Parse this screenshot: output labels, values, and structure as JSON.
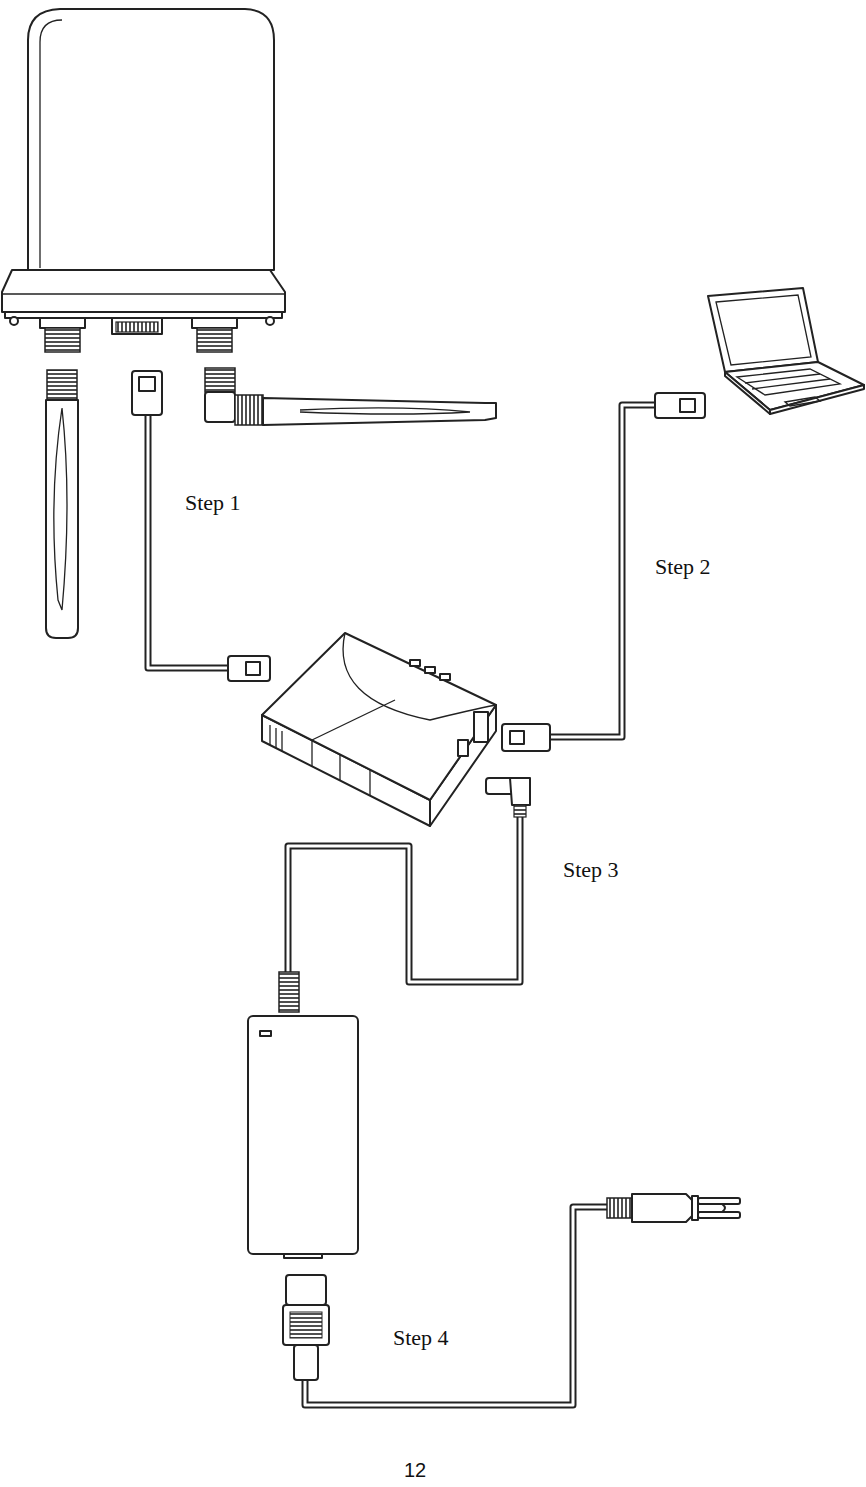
{
  "diagram": {
    "labels": [
      "Step 1",
      "Step 2",
      "Step 3",
      "Step 4",
      "12"
    ]
  }
}
